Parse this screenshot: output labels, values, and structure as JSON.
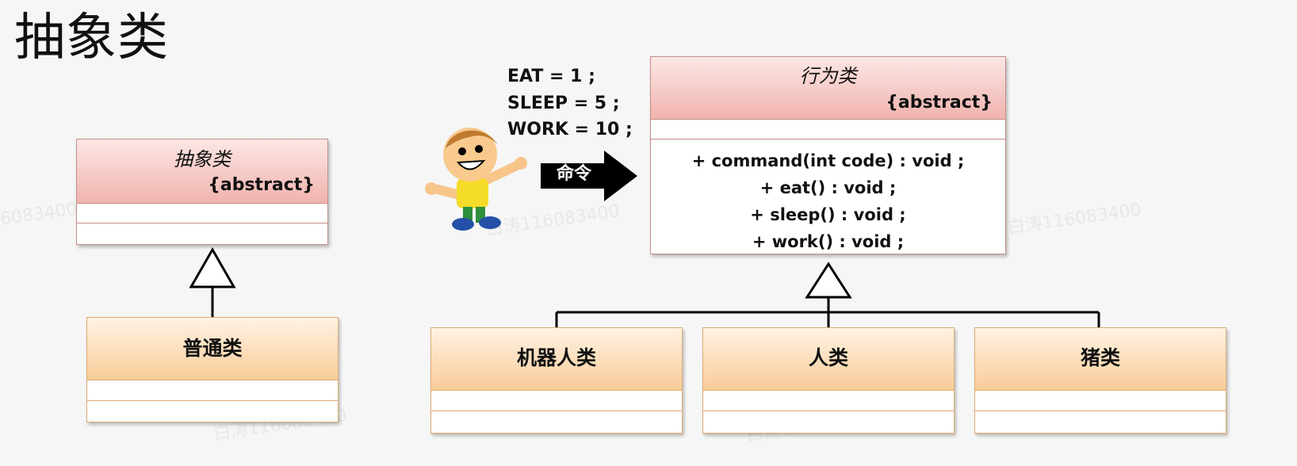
{
  "page": {
    "title": "抽象类"
  },
  "left_diagram": {
    "abstract_class": {
      "name": "抽象类",
      "stereotype": "{abstract}"
    },
    "concrete_class": {
      "name": "普通类"
    }
  },
  "right_diagram": {
    "constants": [
      "EAT = 1 ;",
      "SLEEP = 5 ;",
      "WORK = 10 ;"
    ],
    "command_label": "命令",
    "abstract_class": {
      "name": "行为类",
      "stereotype": "{abstract}",
      "methods": [
        "+ command(int code) : void ;",
        "+ eat() : void ;",
        "+ sleep() : void ;",
        "+ work() : void ;"
      ]
    },
    "subclasses": [
      {
        "name": "机器人类"
      },
      {
        "name": "人类"
      },
      {
        "name": "猪类"
      }
    ]
  },
  "watermark": {
    "text": "白涛116083400",
    "partial_text": "6083400"
  },
  "colors": {
    "abstract_header": "#f1b3ae",
    "concrete_header": "#f8cc98",
    "arrow": "#000000"
  }
}
